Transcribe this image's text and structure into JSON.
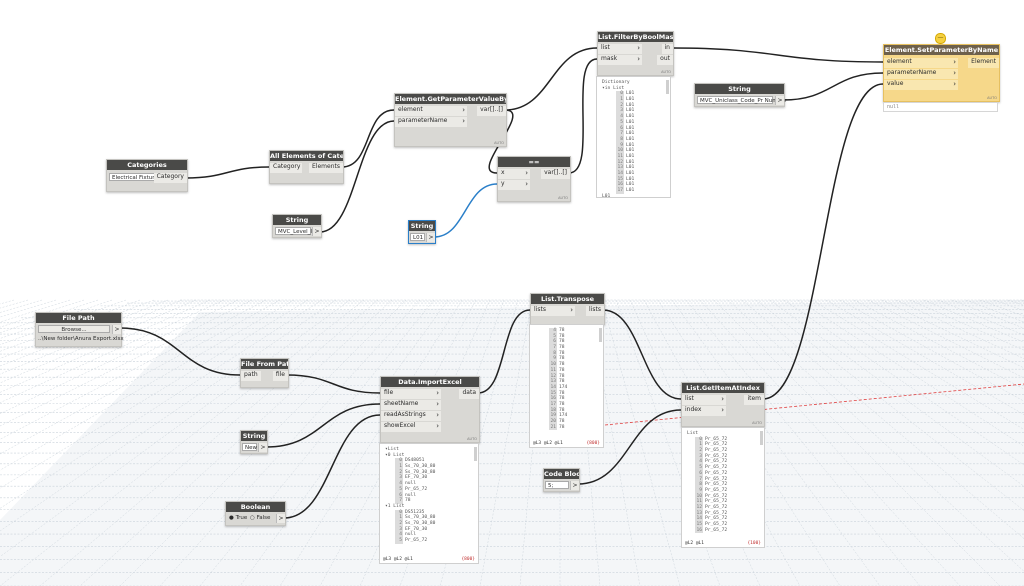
{
  "nodes": {
    "categories": {
      "title": "Categories",
      "dropdown": "Electrical Fixtures",
      "output": "Category"
    },
    "all_elements": {
      "title": "All Elements of Category",
      "input": "Category",
      "output": "Elements"
    },
    "string_level": {
      "title": "String",
      "value": "MVC_Level_ID",
      "output": ">"
    },
    "get_param": {
      "title": "Element.GetParameterValueByName",
      "in1": "element",
      "in2": "parameterName",
      "output": "var[]..[]",
      "auto": "AUTO"
    },
    "equals": {
      "title": "==",
      "in1": "x",
      "in2": "y",
      "output": "var[]..[]",
      "auto": "AUTO"
    },
    "string_l01": {
      "title": "String",
      "value": "L01",
      "output": ">"
    },
    "filter": {
      "title": "List.FilterByBoolMask",
      "in1": "list",
      "in2": "mask",
      "out1": "in",
      "out2": "out",
      "auto": "AUTO"
    },
    "string_uniclass": {
      "title": "String",
      "value": "MVC_Uniclass_Code_Pr Number",
      "output": ">"
    },
    "set_param": {
      "title": "Element.SetParameterByName",
      "in1": "element",
      "in2": "parameterName",
      "in3": "value",
      "output": "Element",
      "auto": "AUTO",
      "preview": "null",
      "warning": "—"
    },
    "file_path": {
      "title": "File Path",
      "button": "Browse...",
      "output": ">",
      "path": "..\\New folder\\Anura Export.xlsx"
    },
    "file_from_path": {
      "title": "File From Path",
      "input": "path",
      "output": "file"
    },
    "import_excel": {
      "title": "Data.ImportExcel",
      "in1": "file",
      "in2": "sheetName",
      "in3": "readAsStrings",
      "in4": "showExcel",
      "output": "data",
      "auto": "AUTO"
    },
    "string_new": {
      "title": "String",
      "value": "New",
      "output": ">"
    },
    "boolean": {
      "title": "Boolean",
      "opt_true": "True",
      "opt_false": "False",
      "output": ">"
    },
    "transpose": {
      "title": "List.Transpose",
      "input": "lists",
      "output": "lists"
    },
    "code_block": {
      "title": "Code Block",
      "value": "5;",
      "output": ">"
    },
    "get_item": {
      "title": "List.GetItemAtIndex",
      "in1": "list",
      "in2": "index",
      "output": "item",
      "auto": "AUTO"
    }
  },
  "previews": {
    "filter": {
      "lines": [
        {
          "t": "Dictionary"
        },
        {
          "t": "▾in List"
        },
        {
          "i": "0",
          "t": "L01"
        },
        {
          "i": "1",
          "t": "L01"
        },
        {
          "i": "2",
          "t": "L01"
        },
        {
          "i": "3",
          "t": "L01"
        },
        {
          "i": "4",
          "t": "L01"
        },
        {
          "i": "5",
          "t": "L01"
        },
        {
          "i": "6",
          "t": "L01"
        },
        {
          "i": "7",
          "t": "L01"
        },
        {
          "i": "8",
          "t": "L01"
        },
        {
          "i": "9",
          "t": "L01"
        },
        {
          "i": "10",
          "t": "L01"
        },
        {
          "i": "11",
          "t": "L01"
        },
        {
          "i": "12",
          "t": "L01"
        },
        {
          "i": "13",
          "t": "L01"
        },
        {
          "i": "14",
          "t": "L01"
        },
        {
          "i": "15",
          "t": "L01"
        },
        {
          "i": "16",
          "t": "L01"
        },
        {
          "i": "17",
          "t": "L01"
        },
        {
          "t": "  L01"
        }
      ]
    },
    "transpose": {
      "lines": [
        {
          "i": "4",
          "t": "78"
        },
        {
          "i": "5",
          "t": "78"
        },
        {
          "i": "6",
          "t": "78"
        },
        {
          "i": "7",
          "t": "78"
        },
        {
          "i": "8",
          "t": "78"
        },
        {
          "i": "9",
          "t": "78"
        },
        {
          "i": "10",
          "t": "78"
        },
        {
          "i": "11",
          "t": "78"
        },
        {
          "i": "12",
          "t": "78"
        },
        {
          "i": "13",
          "t": "78"
        },
        {
          "i": "14",
          "t": "174"
        },
        {
          "i": "15",
          "t": "78"
        },
        {
          "i": "16",
          "t": "78"
        },
        {
          "i": "17",
          "t": "78"
        },
        {
          "i": "18",
          "t": "78"
        },
        {
          "i": "19",
          "t": "174"
        },
        {
          "i": "20",
          "t": "78"
        },
        {
          "i": "21",
          "t": "78"
        }
      ],
      "foot": "@L3 @L2 @L1",
      "count": "{800}"
    },
    "import": {
      "lines": [
        {
          "t": "▾List"
        },
        {
          "t": "  ▾0 List"
        },
        {
          "i": "0",
          "t": "DS48051"
        },
        {
          "i": "1",
          "t": "Ss_70_30_80"
        },
        {
          "i": "2",
          "t": "Ss_70_30_80"
        },
        {
          "i": "3",
          "t": "EF_70_30"
        },
        {
          "i": "4",
          "t": "null"
        },
        {
          "i": "5",
          "t": "Pr_65_72"
        },
        {
          "i": "6",
          "t": "null"
        },
        {
          "i": "7",
          "t": "78"
        },
        {
          "t": "  ▾1 List"
        },
        {
          "i": "0",
          "t": "DS51235"
        },
        {
          "i": "1",
          "t": "Ss_70_30_80"
        },
        {
          "i": "2",
          "t": "Ss_70_30_80"
        },
        {
          "i": "3",
          "t": "EF_70_30"
        },
        {
          "i": "4",
          "t": "null"
        },
        {
          "i": "5",
          "t": "Pr_65_72"
        }
      ],
      "foot": "@L3 @L2 @L1",
      "count": "{800}"
    },
    "getitem": {
      "lines": [
        {
          "t": "List"
        },
        {
          "i": "0",
          "t": "Pr_65_72"
        },
        {
          "i": "1",
          "t": "Pr_65_72"
        },
        {
          "i": "2",
          "t": "Pr_65_72"
        },
        {
          "i": "3",
          "t": "Pr_65_72"
        },
        {
          "i": "4",
          "t": "Pr_65_72"
        },
        {
          "i": "5",
          "t": "Pr_65_72"
        },
        {
          "i": "6",
          "t": "Pr_65_72"
        },
        {
          "i": "7",
          "t": "Pr_65_72"
        },
        {
          "i": "8",
          "t": "Pr_65_72"
        },
        {
          "i": "9",
          "t": "Pr_65_72"
        },
        {
          "i": "10",
          "t": "Pr_65_72"
        },
        {
          "i": "11",
          "t": "Pr_65_72"
        },
        {
          "i": "12",
          "t": "Pr_65_72"
        },
        {
          "i": "13",
          "t": "Pr_65_72"
        },
        {
          "i": "14",
          "t": "Pr_65_72"
        },
        {
          "i": "15",
          "t": "Pr_65_72"
        },
        {
          "i": "16",
          "t": "Pr_65_72"
        }
      ],
      "foot": "@L2 @L1",
      "count": "{100}"
    }
  },
  "colors": {
    "wire": "#222222",
    "wire_selected": "#2a7fc9",
    "header": "#4a4a48",
    "selected": "#f6d88a"
  }
}
